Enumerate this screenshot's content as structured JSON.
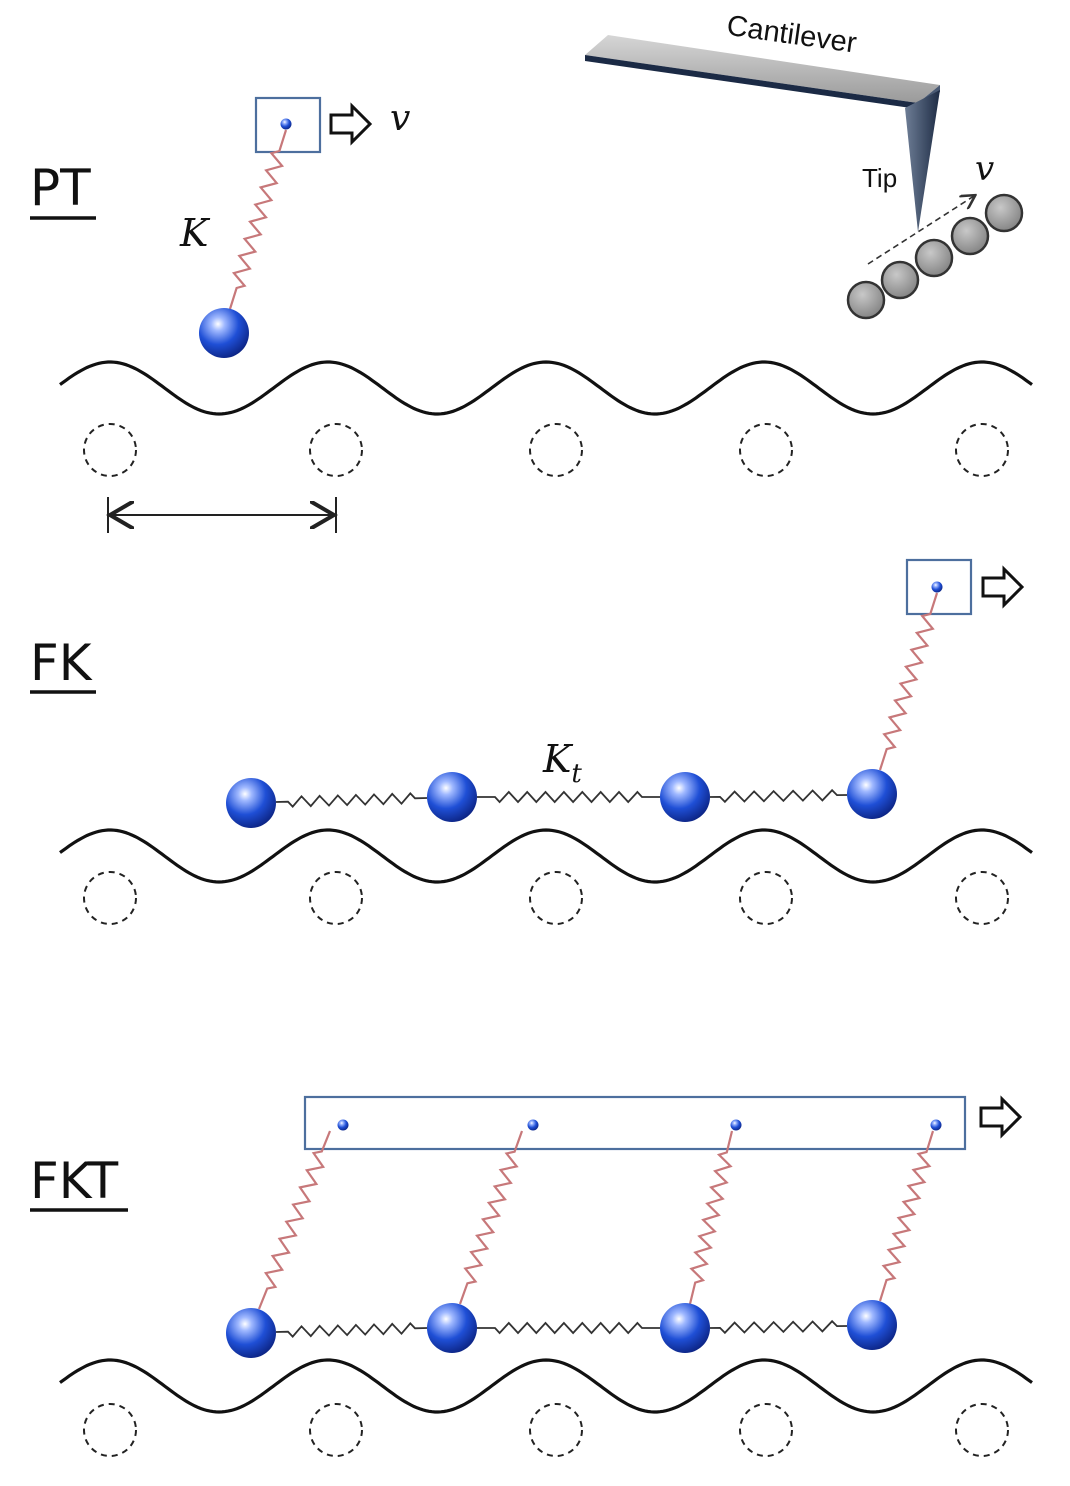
{
  "labels": {
    "pt": "PT",
    "fk": "FK",
    "fkt": "FKT",
    "k": "K",
    "kt_main": "K",
    "kt_sub": "t",
    "v_pt": "v",
    "v_afm": "v",
    "cantilever": "Cantilever",
    "tip": "Tip"
  },
  "colors": {
    "bead": "#1f4fd6",
    "box_border": "#4d6f9e",
    "pulling_spring": "#c7787a",
    "chain_spring": "#333333",
    "afm_atom": "#8f8f8f"
  },
  "icons": {
    "drive_arrow": "hollow-right-arrow-icon",
    "afm_motion_arrow": "dashed-arrow-icon"
  }
}
